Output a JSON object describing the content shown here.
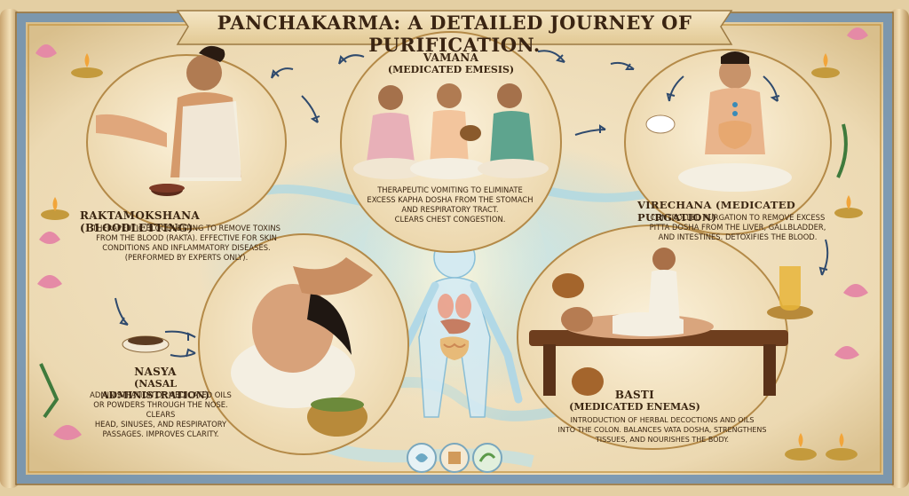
{
  "title": "PANCHAKARMA: A DETAILED JOURNEY OF PURIFICATION.",
  "colors": {
    "parchment": "#efe0bf",
    "border": "#6b8fb3",
    "ink": "#3b2612",
    "water": "#8fd0e6"
  },
  "therapies": {
    "vamana": {
      "name": "VAMANA",
      "subtitle": "(MEDICATED EMESIS)",
      "desc": [
        "THERAPEUTIC VOMITING TO ELIMINATE",
        "EXCESS KAPHA DOSHA FROM THE STOMACH",
        "AND RESPIRATORY TRACT.",
        "CLEARS CHEST CONGESTION."
      ]
    },
    "raktamokshana": {
      "name": "RAKTAMOKSHANA (BLOODLETTING)",
      "desc": [
        "THERAPEUTIC BLOODLETTING TO REMOVE TOXINS",
        "FROM THE BLOOD (RAKTA). EFFECTIVE FOR SKIN",
        "CONDITIONS AND INFLAMMATORY DISEASES.",
        "(PERFORMED BY EXPERTS ONLY)."
      ]
    },
    "virechana": {
      "name": "VIRECHANA (MEDICATED PURGATION)",
      "desc": [
        "CONTROLLED PURGATION TO REMOVE EXCESS",
        "PITTA DOSHA FROM THE LIVER, GALLBLADDER,",
        "AND INTESTINES. DETOXIFIES THE BLOOD."
      ]
    },
    "nasya": {
      "name": "NASYA",
      "subtitle": "(NASAL ADMINISTRATION)",
      "desc": [
        "ADMINISTRATION OF MEDICATED OILS",
        "OR POWDERS THROUGH THE NOSE. CLEARS",
        "HEAD, SINUSES, AND RESPIRATORY",
        "PASSAGES. IMPROVES CLARITY."
      ]
    },
    "basti": {
      "name": "BASTI",
      "subtitle": "(MEDICATED ENEMAS)",
      "desc": [
        "INTRODUCTION OF HERBAL DECOCTIONS AND OILS",
        "INTO THE COLON. BALANCES VATA DOSHA, STRENGTHENS",
        "TISSUES, AND NOURISHES THE BODY."
      ]
    }
  }
}
